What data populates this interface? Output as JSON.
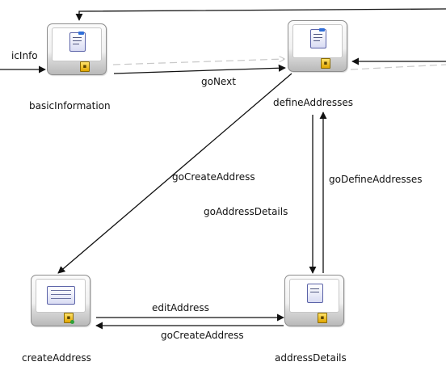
{
  "nodes": {
    "basicInformation": {
      "label": "basicInformation",
      "icon": "page-icon"
    },
    "defineAddresses": {
      "label": "defineAddresses",
      "icon": "page-icon"
    },
    "createAddress": {
      "label": "createAddress",
      "icon": "form-page-icon"
    },
    "addressDetails": {
      "label": "addressDetails",
      "icon": "page-icon"
    }
  },
  "edges": {
    "incoming": "icInfo",
    "goNext": "goNext",
    "goCreateAddress_diag": "goCreateAddress",
    "goAddressDetails": "goAddressDetails",
    "goDefineAddresses": "goDefineAddresses",
    "editAddress": "editAddress",
    "goCreateAddress_bottom": "goCreateAddress"
  },
  "colors": {
    "edge": "#111111",
    "dashed": "#c8c8c8",
    "node_border": "#8d8d8d",
    "icon_stroke": "#5b63a8",
    "badge": "#e0a600"
  }
}
